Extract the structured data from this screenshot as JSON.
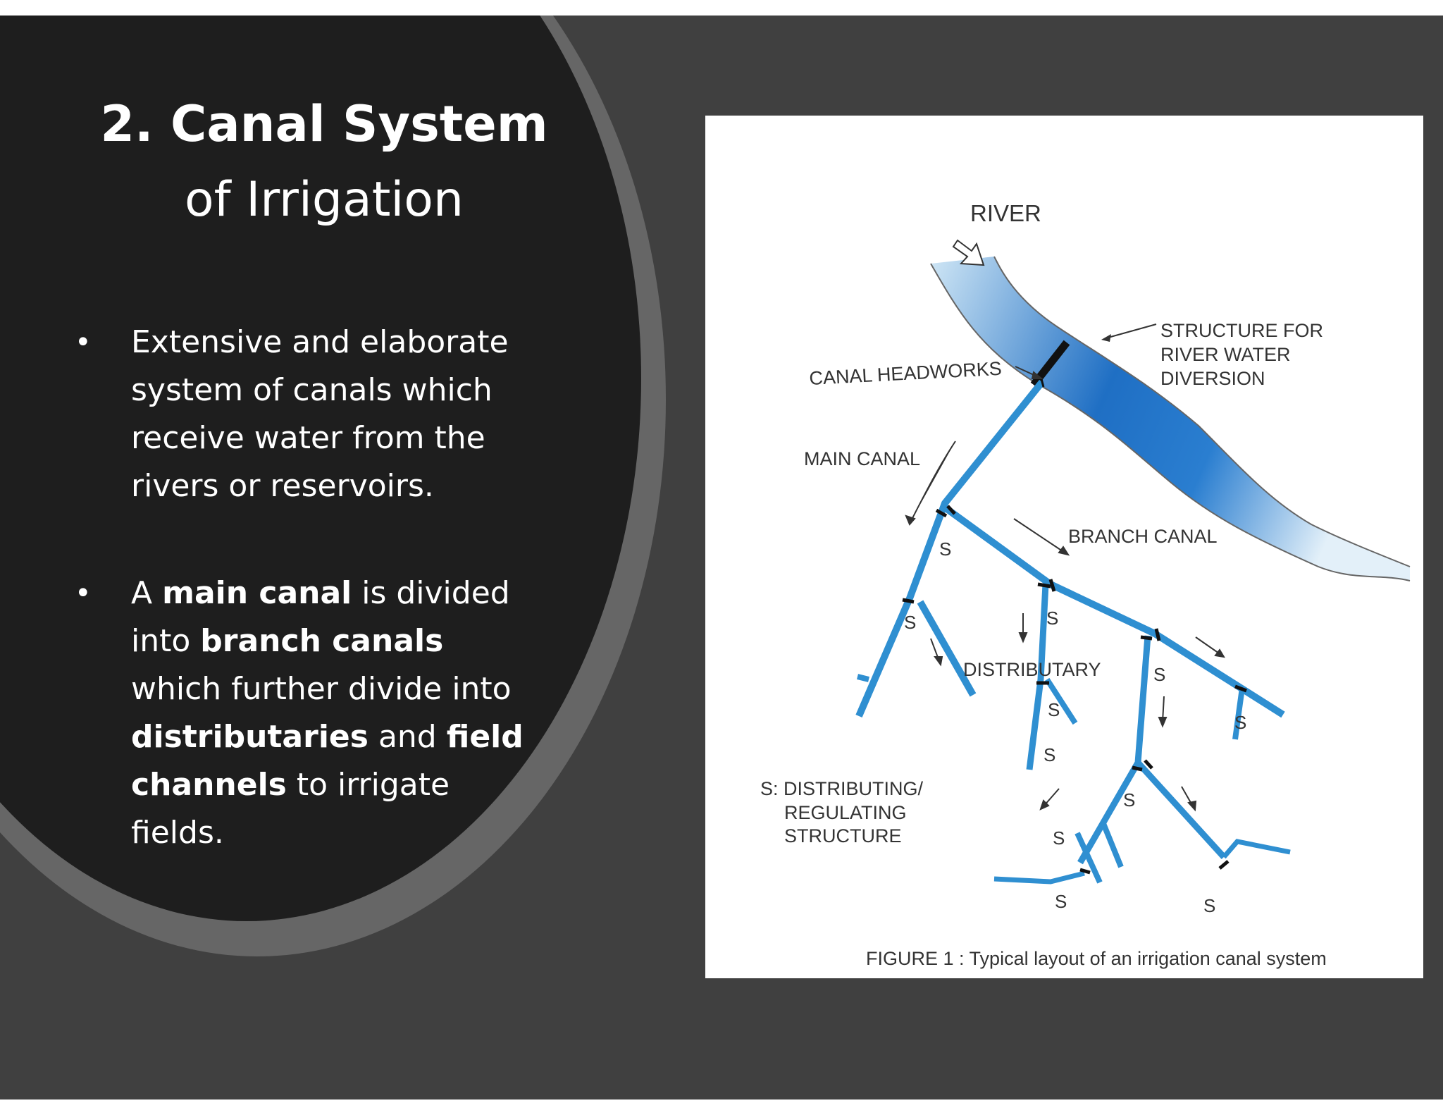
{
  "slide": {
    "title_bold": "2. Canal System",
    "title_regular": "of Irrigation",
    "bullet_glyph": "•",
    "bullets": [
      {
        "text": "Extensive and elaborate system of canals which receive water from the rivers or reservoirs."
      },
      {
        "parts": [
          {
            "t": "A ",
            "bold": false
          },
          {
            "t": "main canal",
            "bold": true
          },
          {
            "t": " is divided into ",
            "bold": false
          },
          {
            "t": "branch canals",
            "bold": true
          },
          {
            "t": " which further divide into ",
            "bold": false
          },
          {
            "t": "distributaries",
            "bold": true
          },
          {
            "t": " and ",
            "bold": false
          },
          {
            "t": "field channels",
            "bold": true
          },
          {
            "t": " to irrigate fields.",
            "bold": false
          }
        ]
      }
    ]
  },
  "figure": {
    "labels": {
      "river": "RIVER",
      "structure_line1": "STRUCTURE FOR",
      "structure_line2": "RIVER WATER",
      "structure_line3": "DIVERSION",
      "headworks": "CANAL HEADWORKS",
      "main_canal": "MAIN CANAL",
      "branch_canal": "BRANCH CANAL",
      "distributary": "DISTRIBUTARY",
      "legend_line1": "S: DISTRIBUTING/",
      "legend_line2": "REGULATING",
      "legend_line3": "STRUCTURE",
      "structure_letter": "S",
      "caption_prefix": "FIGURE 1",
      "caption_text": " : Typical layout of an irrigation  canal system"
    },
    "colors": {
      "canal": "#2f8fd1",
      "river_dark": "#1f6fc4",
      "river_light": "#cfe6f5",
      "gate": "#111111"
    }
  }
}
